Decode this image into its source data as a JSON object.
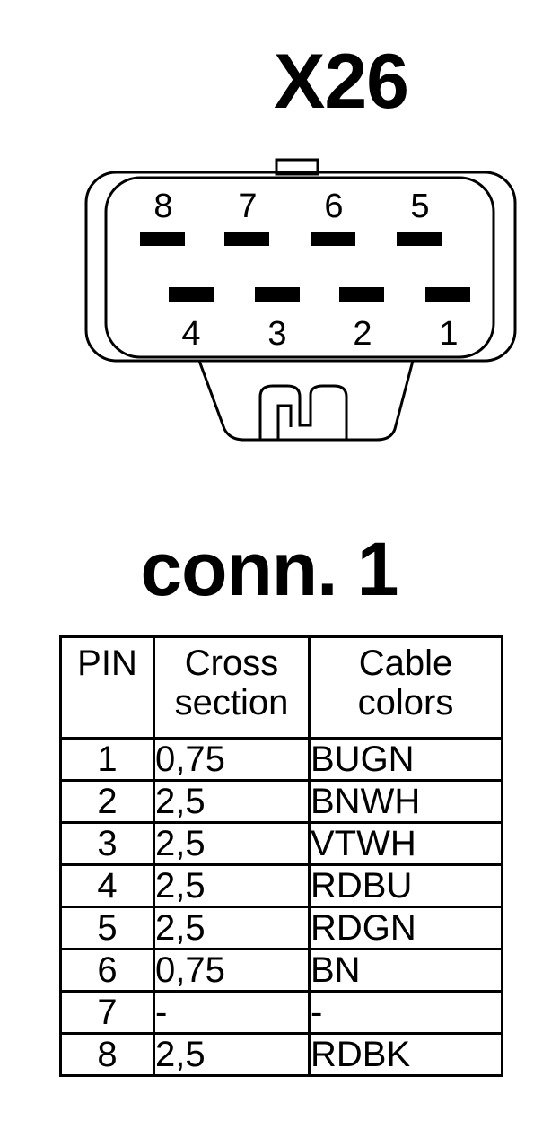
{
  "title": "X26",
  "connector_label": "conn. 1",
  "pins_top": [
    "8",
    "7",
    "6",
    "5"
  ],
  "pins_bottom": [
    "4",
    "3",
    "2",
    "1"
  ],
  "table": {
    "headers": {
      "pin": "PIN",
      "cross_line1": "Cross",
      "cross_line2": "section",
      "color_line1": "Cable",
      "color_line2": "colors"
    },
    "rows": [
      {
        "pin": "1",
        "cross": "0,75",
        "color": "BUGN"
      },
      {
        "pin": "2",
        "cross": "2,5",
        "color": "BNWH"
      },
      {
        "pin": "3",
        "cross": "2,5",
        "color": "VTWH"
      },
      {
        "pin": "4",
        "cross": "2,5",
        "color": "RDBU"
      },
      {
        "pin": "5",
        "cross": "2,5",
        "color": "RDGN"
      },
      {
        "pin": "6",
        "cross": "0,75",
        "color": "BN"
      },
      {
        "pin": "7",
        "cross": "-",
        "color": "-"
      },
      {
        "pin": "8",
        "cross": "2,5",
        "color": "RDBK"
      }
    ]
  }
}
